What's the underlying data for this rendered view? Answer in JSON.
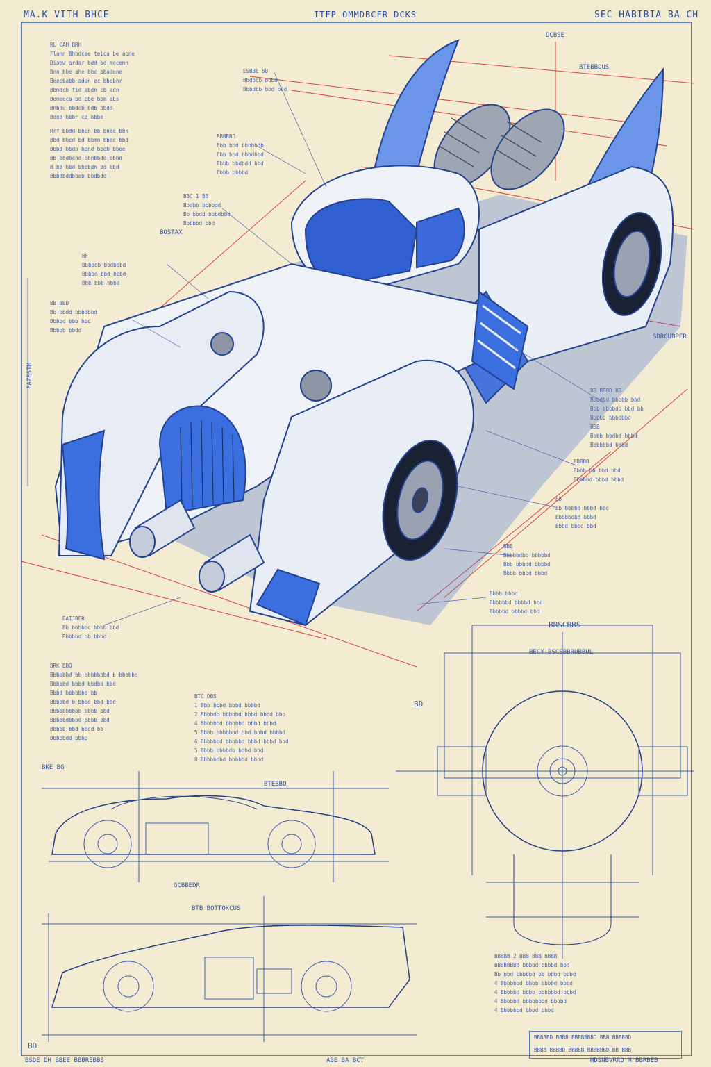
{
  "header": {
    "left": "MA.K VITH BHCE",
    "center": "ITFP OMMDBCFR DCKS",
    "right": "SEC HABIBIA BA CH"
  },
  "labels": {
    "top_right_tag": "DCBSE",
    "top_right_mini": "BTEBBDUS",
    "right_side_1": "SDRGUBPER",
    "left_side_vertical": "FAZESTM",
    "ax_left_b": "BAIJBER",
    "ax_left_c": "BRK BBO",
    "ax_mid": "BTC DBS",
    "ax_box_label": "BOSTAX",
    "elev_top_label": "BKE BG",
    "elev_dim_1": "BTEBBO",
    "elev_dim_2": "GCBBEDR",
    "elev2_label": "BTB BOTTOKCUS",
    "front_view_label": "BRSCBBS",
    "front_view_sub": "BECY BSCSBBRUBBUL",
    "dim_bd": "BD",
    "bottom_left": "BSDE DH BBEE BBBREBBS",
    "bottom_center": "ABE BA BCT",
    "bottom_right": "MDSNBVRRO M BBRBEB",
    "corner_mark": "BD"
  },
  "colors": {
    "paper": "#f3ebd2",
    "ink": "#2f55a6",
    "redline": "#d9443a",
    "body_blue": "#3b6fe0",
    "body_white": "#eef1f6"
  },
  "icons": [
    "car-isometric-illustration",
    "car-side-elevation",
    "car-front-elevation",
    "dimension-lines"
  ]
}
